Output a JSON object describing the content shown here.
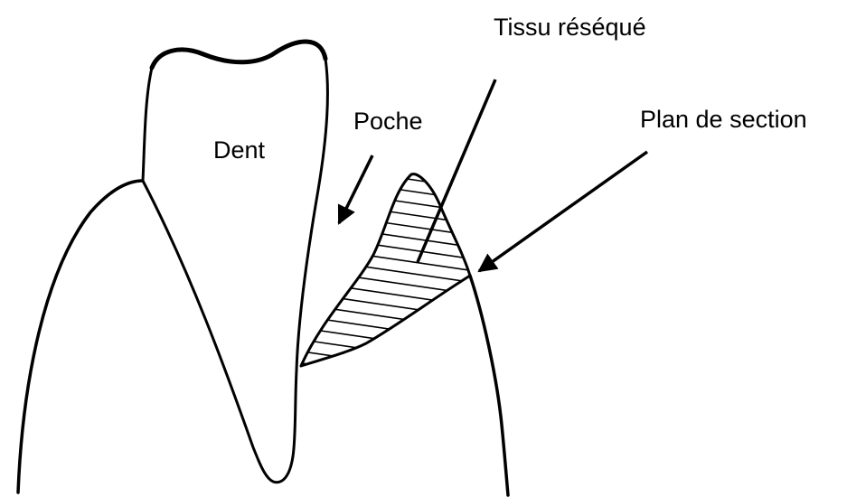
{
  "labels": {
    "tooth": "Dent",
    "pocket": "Poche",
    "resected_tissue": "Tissu réséqué",
    "section_plane": "Plan de section"
  },
  "colors": {
    "stroke": "#000000",
    "background": "#ffffff"
  }
}
